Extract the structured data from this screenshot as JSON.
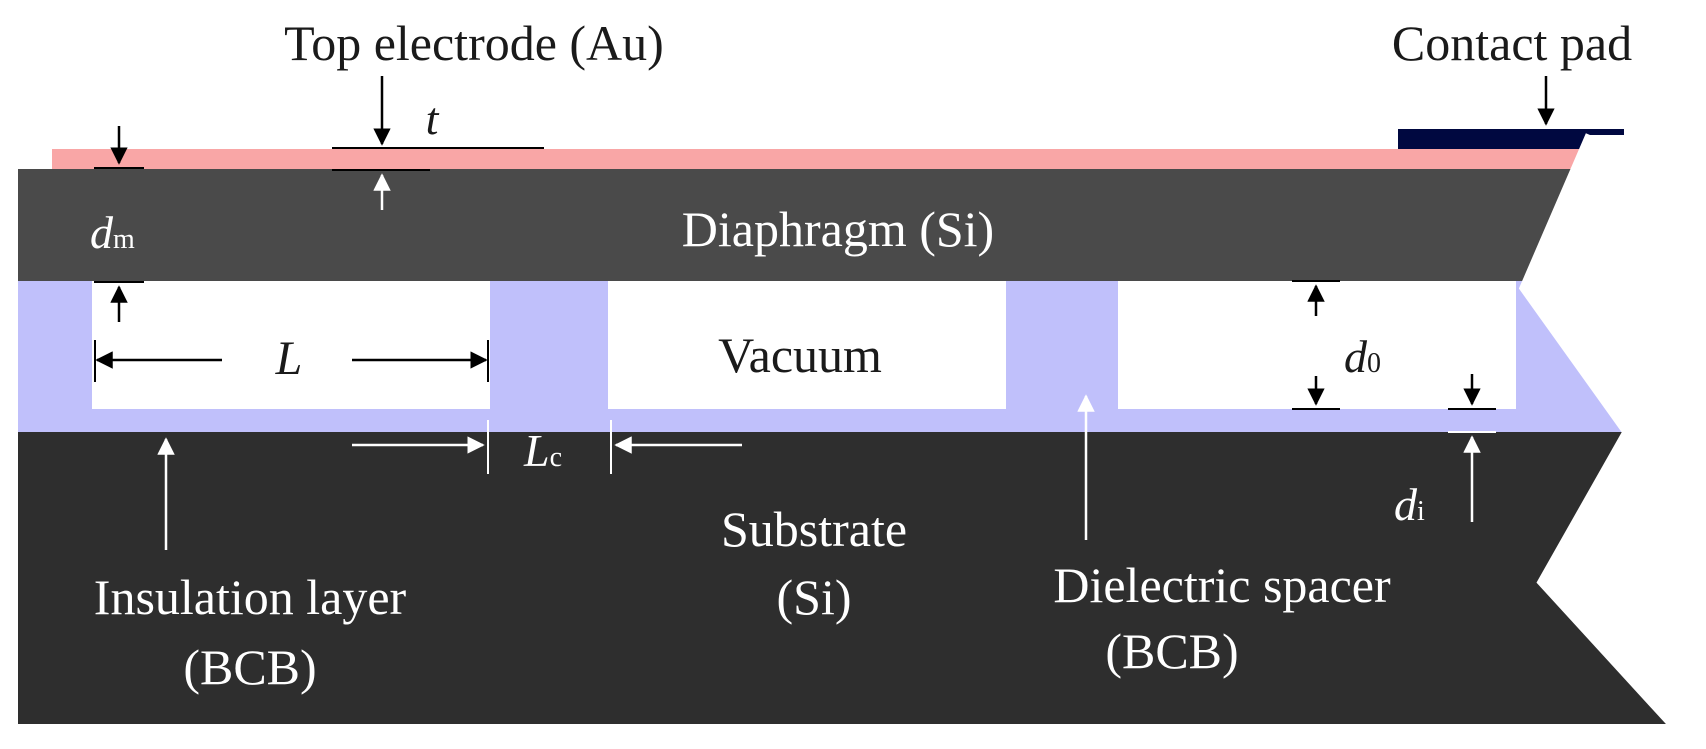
{
  "colors": {
    "background": "#ffffff",
    "electrode": "#f9a6a6",
    "diaphragm": "#4a4a4a",
    "spacer": "#c0c0fb",
    "substrate": "#2e2e2e",
    "contact_pad": "#000840",
    "vacuum": "#ffffff",
    "label_dark_text": "#1a1a1a",
    "label_light_text": "#ffffff"
  },
  "labels": {
    "top_electrode": "Top electrode (Au)",
    "contact_pad": "Contact pad",
    "diaphragm": "Diaphragm (Si)",
    "vacuum": "Vacuum",
    "substrate_line1": "Substrate",
    "substrate_line2": "(Si)",
    "insulation_line1": "Insulation layer",
    "insulation_line2": "(BCB)",
    "dielectric_line1": "Dielectric spacer",
    "dielectric_line2": "(BCB)"
  },
  "dimensions": {
    "t": "t",
    "dm_main": "d",
    "dm_sub": "m",
    "L": "L",
    "Lc_main": "L",
    "Lc_sub": "c",
    "d0_main": "d",
    "d0_sub": "0",
    "di_main": "d",
    "di_sub": "i"
  }
}
